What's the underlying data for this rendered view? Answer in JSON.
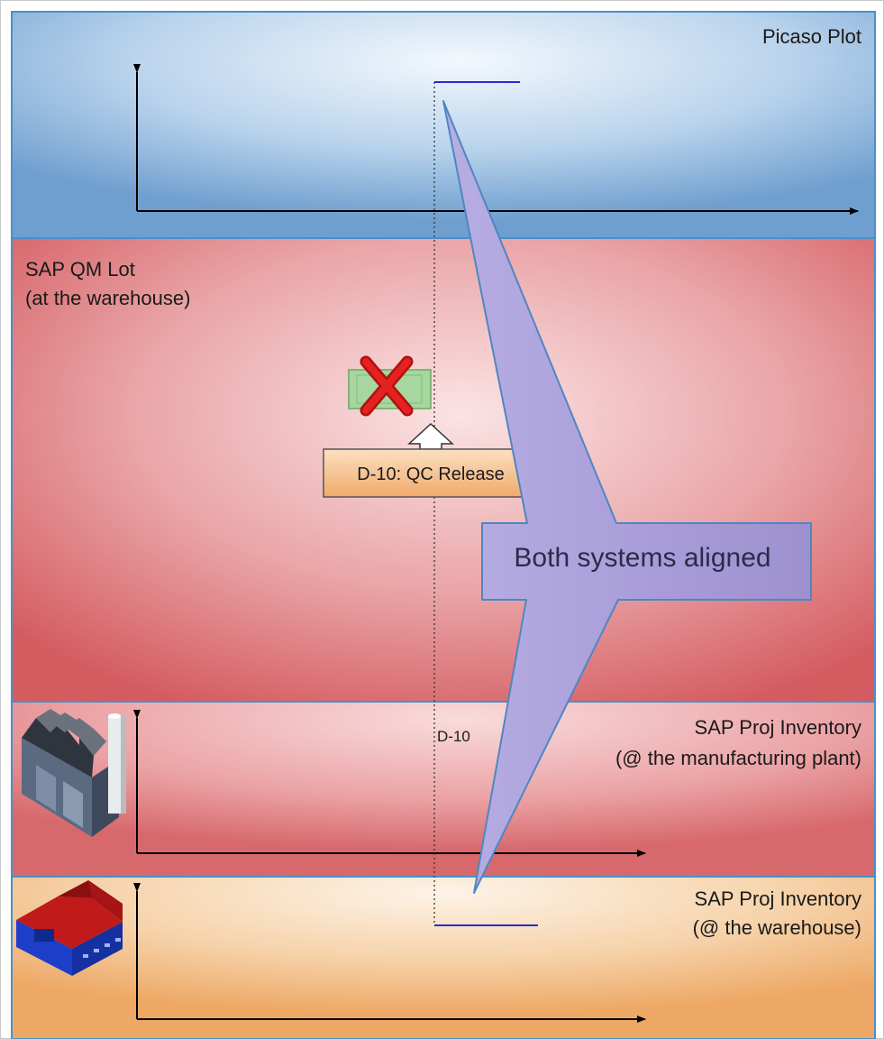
{
  "lanes": {
    "picaso": {
      "label": "Picaso Plot"
    },
    "qm_lot": {
      "label_line1": "SAP QM Lot",
      "label_line2": "(at the warehouse)"
    },
    "proj_plant": {
      "label_line1": "SAP Proj Inventory",
      "label_line2": "(@ the manufacturing plant)"
    },
    "proj_warehouse": {
      "label_line1": "SAP Proj Inventory",
      "label_line2": "(@ the warehouse)"
    }
  },
  "milestone": {
    "release_label": "D-10: QC Release",
    "day_marker": "D-10"
  },
  "callout": {
    "text": "Both systems aligned"
  },
  "icons": {
    "rejected": "red-x-icon",
    "factory": "factory-icon",
    "warehouse": "warehouse-icon",
    "arrow_up": "up-arrow-icon"
  },
  "colors": {
    "picaso_lane": "#8fb6dd",
    "qm_lane": "#d9686c",
    "plant_lane": "#e48a8c",
    "warehouse_lane": "#f0b878",
    "callout_fill": "#a99ed8",
    "level_line": "#2a2ad0",
    "release_box": "#f2b27a"
  }
}
